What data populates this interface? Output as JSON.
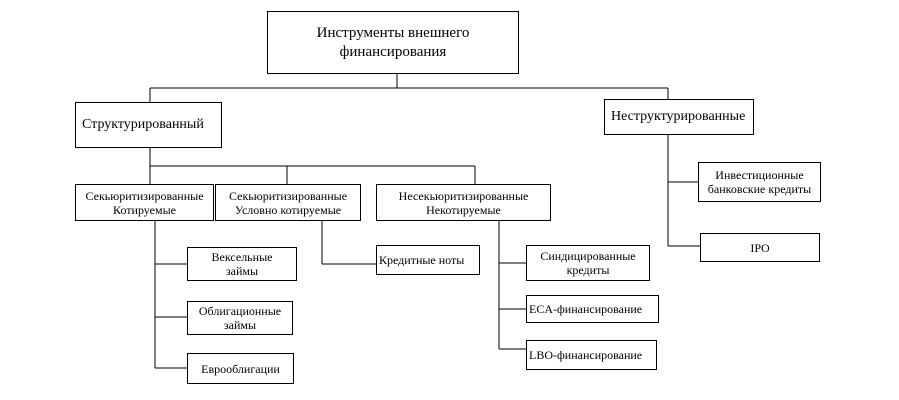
{
  "root": "Инструменты внешнего\nфинансирования",
  "structured": {
    "title": "Структурированный",
    "securitized_quoted": "Секьюритизированные\nКотируемые",
    "securitized_conditional": "Секьюритизированные\nУсловно  котируемые",
    "nonsecuritized": "Несекьюритизированные\nНекотируемые",
    "bill_loans": "Вексельные\nзаймы",
    "bond_loans": "Облигационные\nзаймы",
    "eurobonds": "Еврооблигации",
    "credit_notes": "Кредитные ноты",
    "syndicated_credits": "Синдицированные\nкредиты",
    "eca_financing": "ECA-финансирование",
    "lbo_financing": "LBO-финансирование"
  },
  "unstructured": {
    "title": "Неструктурированные",
    "investment_bank_credits": "Инвестиционные\nбанковские кредиты",
    "ipo": "IPO"
  }
}
